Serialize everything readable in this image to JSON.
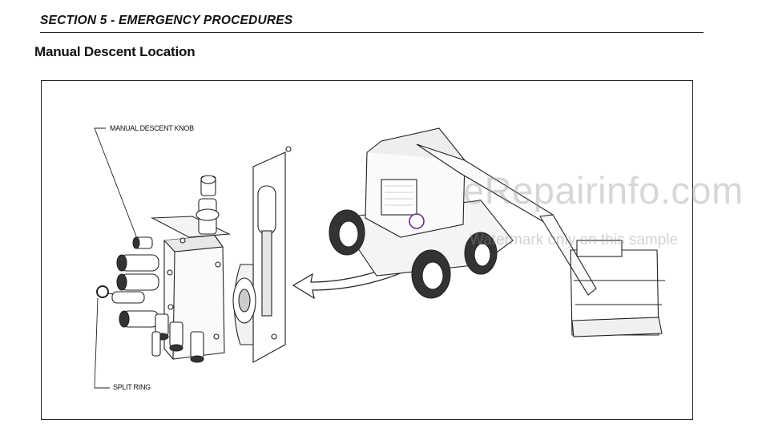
{
  "section_header": {
    "title": "SECTION 5 - EMERGENCY PROCEDURES"
  },
  "page_heading": "Manual Descent Location",
  "figure": {
    "callouts": {
      "manual_descent_knob": "MANUAL DESCENT KNOB",
      "split_ring": "SPLIT RING"
    }
  },
  "watermark": {
    "site": "eRepairinfo.com",
    "notice": "Watermark only on this sample"
  }
}
